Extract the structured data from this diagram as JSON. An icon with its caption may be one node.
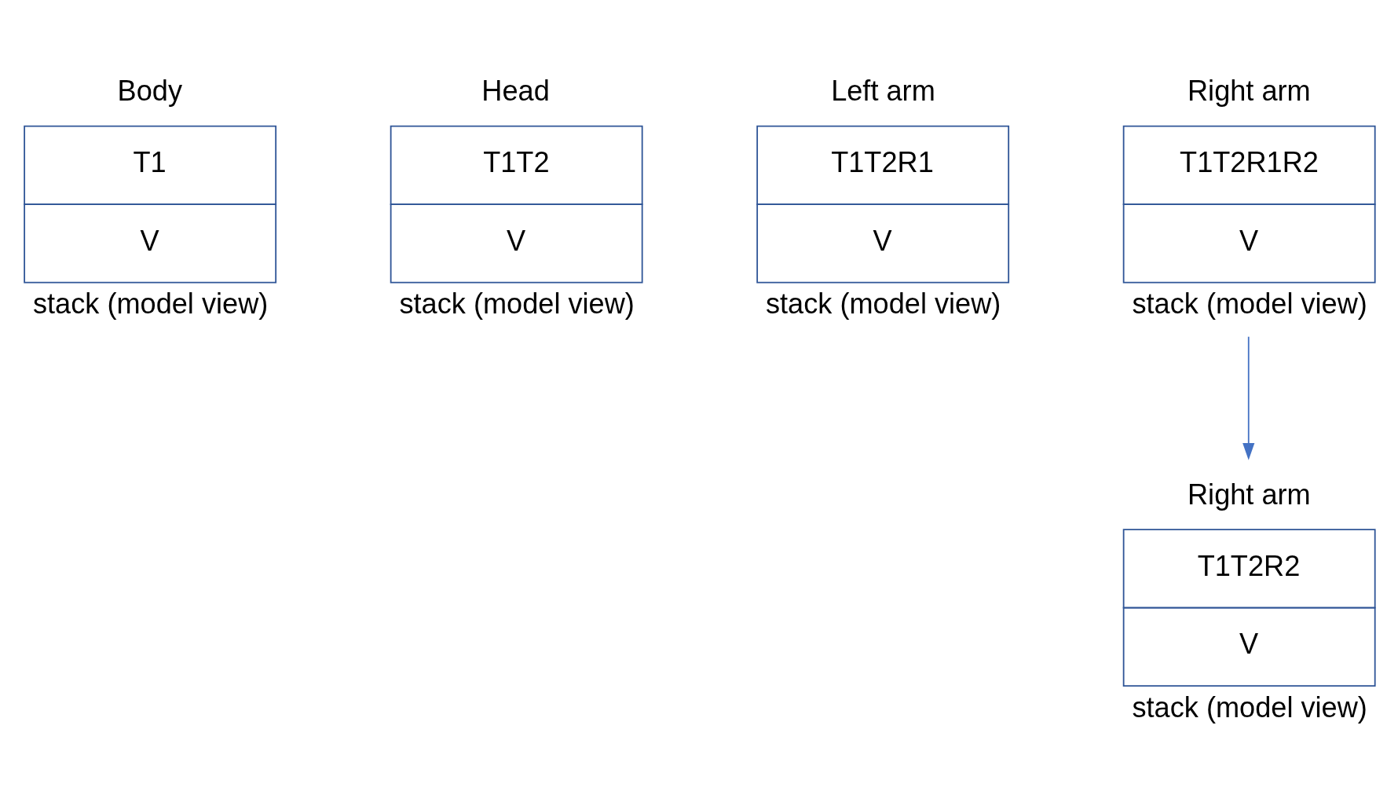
{
  "diagram": {
    "nodes": [
      {
        "text": [
          "Body",
          "T1",
          "V"
        ],
        "beside": [
          "stack (model view)"
        ]
      },
      {
        "text": [
          "Head",
          "T1T2",
          "V"
        ],
        "beside": [
          "stack (model view)"
        ]
      },
      {
        "text": [
          "Left arm",
          "T1T2R1",
          "V"
        ],
        "beside": [
          "stack (model view)"
        ]
      },
      {
        "text": [
          "Right arm",
          "T1T2R1R2",
          "V"
        ],
        "beside": [
          "stack (model view)"
        ]
      },
      {
        "text": [
          "Right arm",
          "T1T2R2",
          "V"
        ],
        "beside": [
          "stack (model view)"
        ]
      }
    ],
    "edges": [
      {
        "from": 3,
        "to": 4,
        "arrow": "to",
        "color": "#4472c4"
      }
    ]
  }
}
